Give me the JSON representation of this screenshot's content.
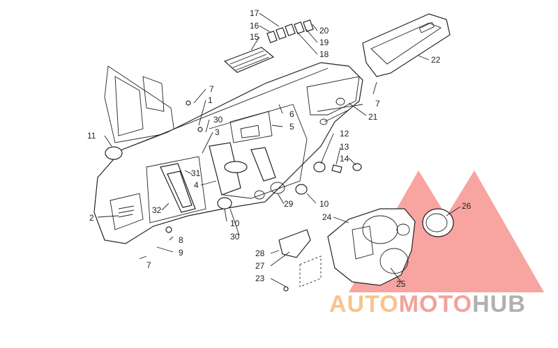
{
  "callouts": [
    "1",
    "2",
    "3",
    "4",
    "5",
    "6",
    "7",
    "7",
    "7",
    "8",
    "9",
    "10",
    "10",
    "11",
    "12",
    "13",
    "14",
    "15",
    "16",
    "17",
    "18",
    "19",
    "20",
    "21",
    "22",
    "23",
    "24",
    "25",
    "26",
    "27",
    "28",
    "29",
    "30",
    "30",
    "31",
    "32"
  ],
  "watermark": {
    "text_auto": "AUTO",
    "text_moto": "MOTO",
    "text_hub": "HUB",
    "color_auto": "#f6c48a",
    "color_moto": "#f3a29c",
    "color_hub": "#b0b0b0",
    "triangle_color": "#f25a52"
  }
}
